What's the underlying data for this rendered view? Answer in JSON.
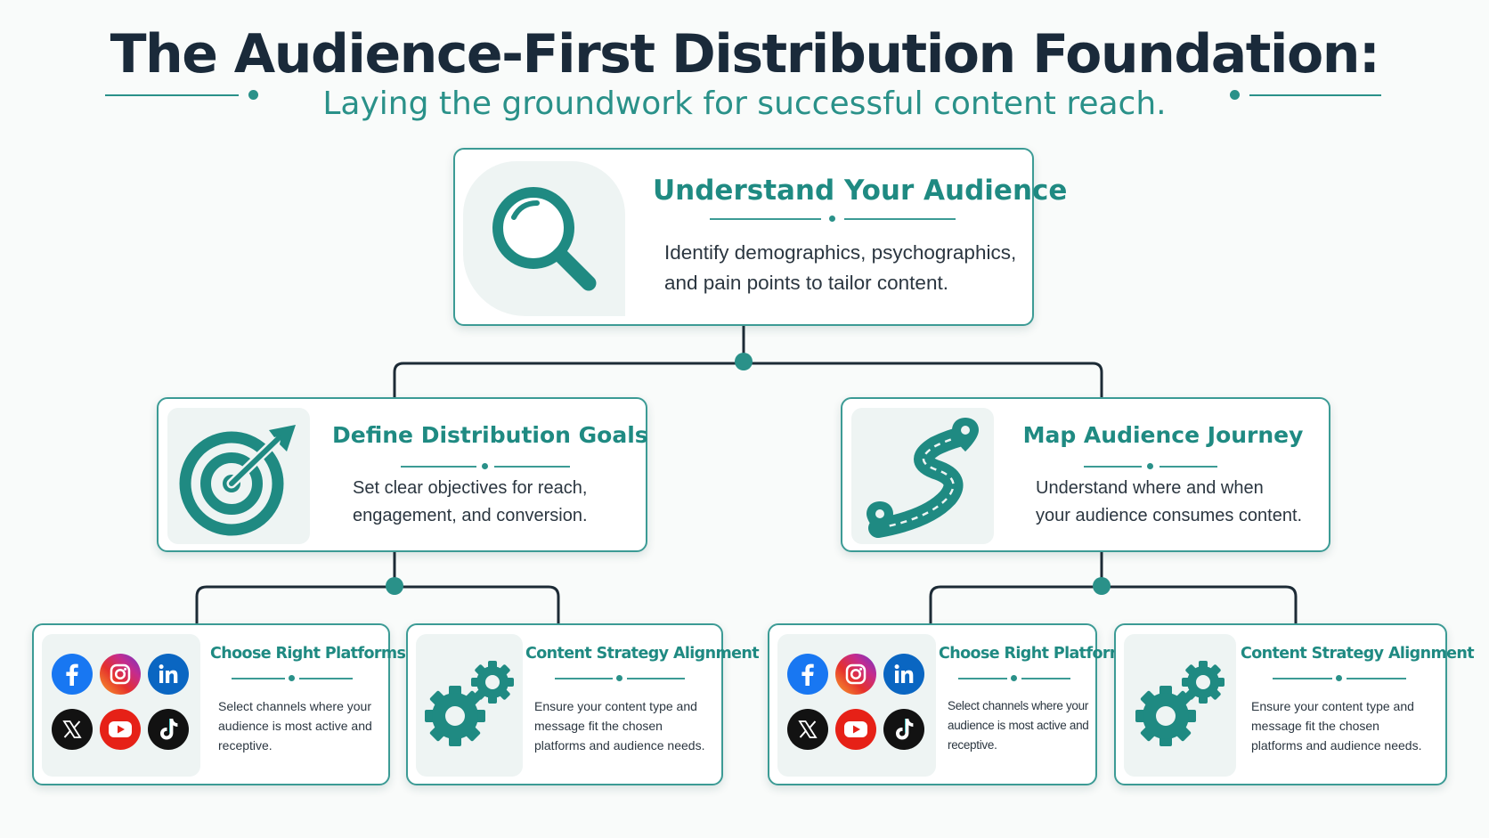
{
  "header": {
    "title": "The Audience-First Distribution Foundation:",
    "subtitle": "Laying the groundwork for successful content reach."
  },
  "colors": {
    "accent": "#2a9189",
    "connector": "#1d2b36",
    "title": "#1a2a3a",
    "icon_bg": "#eef4f3"
  },
  "root": {
    "title": "Understand Your Audience",
    "description": [
      "Identify demographics, psychographics,",
      "and pain points to tailor content."
    ],
    "icon": "magnifying-glass-icon"
  },
  "branches": [
    {
      "title": "Define Distribution Goals",
      "description": [
        "Set clear objectives for reach,",
        "engagement, and conversion."
      ],
      "icon": "target-icon",
      "children": [
        {
          "title": "Choose Right Platforms",
          "description": [
            "Select channels where your",
            "audience is most active and",
            "receptive."
          ],
          "platforms": [
            "facebook-icon",
            "instagram-icon",
            "linkedin-icon",
            "x-icon",
            "youtube-icon",
            "tiktok-icon"
          ]
        },
        {
          "title": "Content Strategy Alignment",
          "description": [
            "Ensure your content type and",
            "message fit the chosen",
            "platforms and audience needs."
          ],
          "icon": "gears-icon"
        }
      ]
    },
    {
      "title": "Map Audience Journey",
      "description": [
        "Understand where and when",
        "your audience consumes content."
      ],
      "icon": "journey-road-icon",
      "children": [
        {
          "title": "Choose Right Platforms",
          "description": [
            "Select channels where your",
            "audience is most active and",
            "receptive."
          ],
          "platforms": [
            "facebook-icon",
            "instagram-icon",
            "linkedin-icon",
            "x-icon",
            "youtube-icon",
            "tiktok-icon"
          ]
        },
        {
          "title": "Content Strategy Alignment",
          "description": [
            "Ensure your content type and",
            "message fit the chosen",
            "platforms and audience needs."
          ],
          "icon": "gears-icon"
        }
      ]
    }
  ]
}
